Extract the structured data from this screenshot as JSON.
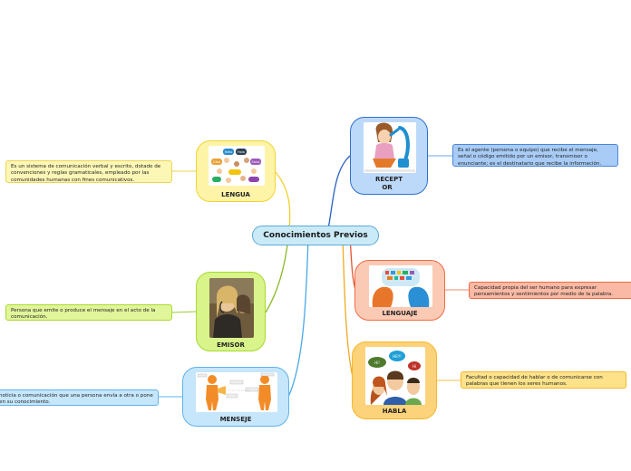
{
  "center": {
    "title": "Conocimientos Previos"
  },
  "topics": {
    "lengua": {
      "label": "LENGUA",
      "note": "Es un sistema de comunicación verbal y escrito, dotado de convenciones y reglas gramaticales, empleado por las comunidades humanas con fines comunicativos."
    },
    "emisor": {
      "label": "EMISOR",
      "note": "Persona que emite o produce el mensaje en el acto de la comunicación."
    },
    "menseje": {
      "label": "MENSEJE",
      "note": "noticia o comunicación que una persona envía a otra o pone en su conocimiento."
    },
    "receptor": {
      "label_line1": "RECEPT",
      "label_line2": "OR",
      "note": "Es el agente (persona o equipo) que recibe el mensaje, señal o código emitido por un emisor, transmisor o enunciante; es el destinatario que recibe la información."
    },
    "lenguaje": {
      "label": "LENGUAJE",
      "note": "Capacidad propia del ser humano para expresar pensamientos y sentimientos por medio de la palabra."
    },
    "habla": {
      "label": "HABLA",
      "note": "Facultad o capacidad de hablar o de comunicarse con palabras que tienen los seres humanos."
    }
  },
  "illustrations": {
    "lengua": {
      "bubbles": [
        "Hello",
        "Hola",
        "Ciao",
        "Salut"
      ]
    },
    "habla": {
      "bubbles": [
        "Hi!",
        "HEY!",
        "Hi"
      ]
    }
  },
  "colors": {
    "center_fill": "#cbeaf8",
    "lengua": "#f6e26a",
    "emisor": "#a7d92e",
    "menseje": "#5fb3ec",
    "receptor": "#2f6fd0",
    "lenguaje": "#ee6a45",
    "habla": "#f5b72c"
  }
}
